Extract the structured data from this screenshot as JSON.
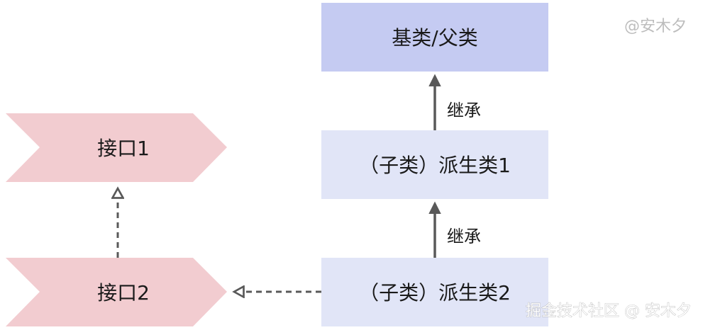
{
  "nodes": {
    "base_class": {
      "label": "基类/父类",
      "color": "#c5cbf2"
    },
    "derived_class_1": {
      "label": "（子类）派生类1",
      "color": "#e1e5f7"
    },
    "derived_class_2": {
      "label": "（子类）派生类2",
      "color": "#e1e5f7"
    },
    "interface_1": {
      "label": "接口1",
      "color": "#f2ccd0"
    },
    "interface_2": {
      "label": "接口2",
      "color": "#f2ccd0"
    }
  },
  "edges": {
    "inherit_1": {
      "label": "继承",
      "style": "solid"
    },
    "inherit_2": {
      "label": "继承",
      "style": "solid"
    },
    "implements_2_to_1": {
      "label": "",
      "style": "dashed"
    },
    "implements_d2_to_i2": {
      "label": "",
      "style": "dashed"
    }
  },
  "colors": {
    "arrow": "#595959",
    "background": "#ffffff"
  },
  "watermarks": {
    "top_right": "@安木夕",
    "bottom_right": "掘金技术社区 @ 安木夕"
  }
}
